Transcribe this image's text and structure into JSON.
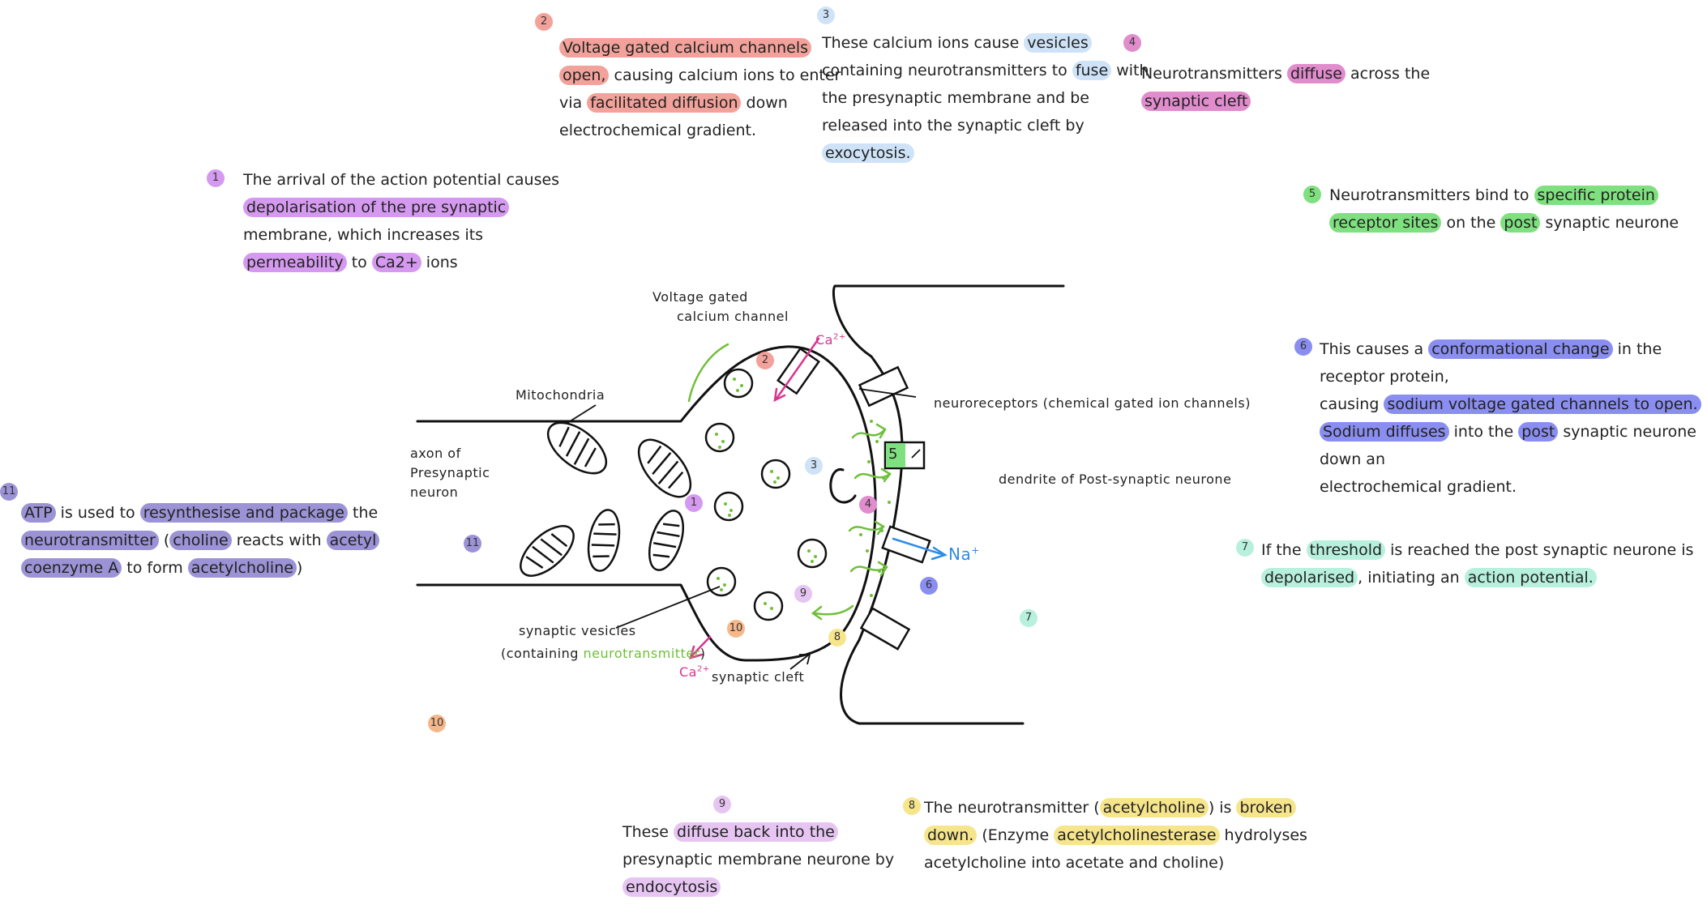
{
  "colors": {
    "step1": "#d59af0",
    "step2": "#f2a29a",
    "step3": "#cfe3f8",
    "step4": "#e08ccd",
    "step5": "#7fe07f",
    "step6": "#8a8ef0",
    "step7": "#b7f0dc",
    "step8": "#f7e58c",
    "step9": "#e6c5f2",
    "step10": "#f6b78a",
    "step11": "#9b93d6",
    "green": "#6fbf3a",
    "magenta": "#d8358f",
    "blue": "#2f8be6"
  },
  "steps": {
    "s1": {
      "num": "1",
      "t1": "The arrival of the action potential causes",
      "h1": "depolarisation of the pre synaptic",
      "t2": "membrane, which increases its",
      "h2": "permeability",
      "t3": " to ",
      "h3": "Ca2+",
      "t4": " ions"
    },
    "s2": {
      "num": "2",
      "h1": "Voltage gated calcium channels",
      "h2": "open,",
      "t1": " causing calcium ions to enter",
      "t2": "via ",
      "h3": "facilitated diffusion",
      "t3": " down",
      "t4": "electrochemical gradient."
    },
    "s3": {
      "num": "3",
      "t1": "These calcium ions cause ",
      "h1": "vesicles",
      "t2": "containing neurotransmitters to ",
      "h2": "fuse",
      "t3": " with",
      "t4": "the presynaptic membrane and be",
      "t5": "released into the synaptic cleft by",
      "h3": "exocytosis."
    },
    "s4": {
      "num": "4",
      "t1": "Neurotransmitters ",
      "h1": "diffuse",
      "t2": " across the",
      "h2": "synaptic cleft"
    },
    "s5": {
      "num": "5",
      "t1": "Neurotransmitters bind to ",
      "h1": "specific protein",
      "h2": "receptor sites",
      "t2": " on the ",
      "h3": "post",
      "t3": " synaptic neurone"
    },
    "s6": {
      "num": "6",
      "t1": "This causes a ",
      "h1": "conformational change",
      "t2": " in the receptor protein,",
      "t3": "causing ",
      "h2": "sodium voltage gated channels to open.",
      "h3": "Sodium diffuses",
      "t4": " into the ",
      "h4": "post",
      "t5": " synaptic neurone down an",
      "t6": "electrochemical gradient."
    },
    "s7": {
      "num": "7",
      "t1": "If the ",
      "h1": "threshold",
      "t2": " is reached the post synaptic neurone is",
      "h2": "depolarised",
      "t3": ", initiating an ",
      "h3": "action potential."
    },
    "s8": {
      "num": "8",
      "t1": "The neurotransmitter (",
      "h1": "acetylcholine",
      "t2": ") is ",
      "h2": "broken",
      "h3": "down.",
      "t3": " (Enzyme ",
      "h4": "acetylcholinesterase",
      "t4": " hydrolyses",
      "t5": "acetylcholine into acetate and choline)"
    },
    "s9": {
      "num": "9",
      "t1": "These ",
      "h1": "diffuse back into the",
      "t2": "presynaptic membrane neurone by",
      "h2": "endocytosis"
    },
    "s10": {
      "num": "10"
    },
    "s11": {
      "num": "11",
      "h1": "ATP",
      "t1": " is used to ",
      "h2": "resynthesise and package",
      "t2": " the",
      "h3": "neurotransmitter",
      "t3": " (",
      "h4": "choline",
      "t4": " reacts with ",
      "h5": "acetyl",
      "h6": "coenzyme A",
      "t5": " to form ",
      "h7": "acetylcholine",
      "t6": ")"
    }
  },
  "diagram": {
    "voltage_gated_label_1": "Voltage gated",
    "voltage_gated_label_2": "calcium channel",
    "mitochondria_label": "Mitochondria",
    "axon_label_1": "axon of",
    "axon_label_2": "Presynaptic",
    "axon_label_3": "neuron",
    "neuroreceptors_label": "neuroreceptors (chemical gated ion channels)",
    "dendrite_label": "dendrite of Post-synaptic neurone",
    "vesicles_label_1": "synaptic vesicles",
    "vesicles_label_2a": "(containing ",
    "vesicles_label_2b": "neurotransmitter",
    "vesicles_label_2c": ")",
    "cleft_label": "synaptic cleft",
    "ca_top": "Ca",
    "ca_top_sup": "2+",
    "ca_bottom": "Ca",
    "ca_bottom_sup": "2+",
    "na_label": "Na",
    "na_sup": "+",
    "receptor5_num": "5"
  }
}
